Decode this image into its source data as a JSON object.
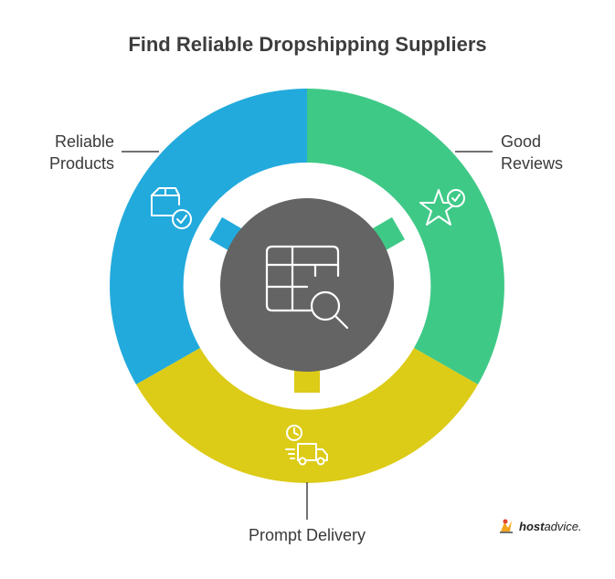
{
  "title": "Find Reliable Dropshipping Suppliers",
  "segments": [
    {
      "label_line1": "Reliable",
      "label_line2": "Products",
      "color": "#22aadc",
      "icon": "package-check-icon"
    },
    {
      "label_line1": "Good",
      "label_line2": "Reviews",
      "color": "#3fc987",
      "icon": "star-check-icon"
    },
    {
      "label": "Prompt Delivery",
      "color": "#dccb17",
      "icon": "delivery-truck-clock-icon"
    }
  ],
  "center": {
    "color": "#646464",
    "icon": "table-search-icon"
  },
  "logo": {
    "bold": "host",
    "light": "advice."
  }
}
